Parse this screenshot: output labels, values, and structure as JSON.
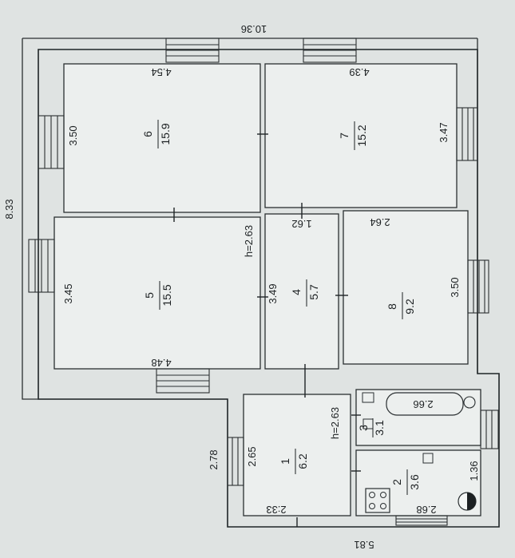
{
  "overall": {
    "top_width": "10.36",
    "left_depth": "8.33",
    "bottom_width": "5.81"
  },
  "rooms": [
    {
      "id": "room-6",
      "number": "6",
      "area": "15.9",
      "side_a": "3.50",
      "side_b": "4.54"
    },
    {
      "id": "room-7",
      "number": "7",
      "area": "15.2",
      "side_a": "3.47",
      "side_b": "4.39"
    },
    {
      "id": "room-5",
      "number": "5",
      "area": "15.5",
      "side_a": "3.45",
      "side_b": "4.48"
    },
    {
      "id": "room-4",
      "number": "4",
      "area": "5.7",
      "side_a": "3.49",
      "side_b": "1.62"
    },
    {
      "id": "room-8",
      "number": "8",
      "area": "9.2",
      "side_a": "3.50",
      "side_b": "2.64"
    },
    {
      "id": "room-1",
      "number": "1",
      "area": "6.2",
      "side_a": "2.65",
      "side_b": "2:33"
    },
    {
      "id": "room-3",
      "number": "3",
      "area": "3.1",
      "side_a": "2.66"
    },
    {
      "id": "room-2",
      "number": "2",
      "area": "3.6",
      "side_a": "1.36",
      "side_b": "2.68"
    }
  ],
  "heights": {
    "main": "h=2.63",
    "annex": "h=2.63"
  },
  "extra_dims": {
    "annex_outer": "2.78"
  }
}
